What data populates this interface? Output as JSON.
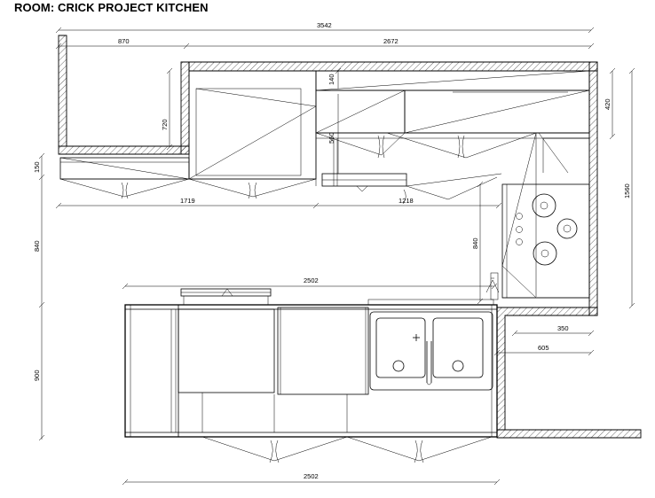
{
  "title": "ROOM: CRICK PROJECT KITCHEN",
  "dimensions": {
    "overall_top": "3542",
    "top_left_segment": "870",
    "top_right_segment": "2672",
    "wall_cabinet_depth": "140",
    "wall_cabinet_height": "720",
    "right_upper": "420",
    "right_total": "1560",
    "left_small": "150",
    "left_middle": "840",
    "left_bottom": "900",
    "run_left": "1719",
    "run_right": "1218",
    "center_vertical": "840",
    "island_top": "2502",
    "island_bottom": "2502",
    "inner_vertical": "560",
    "return_350": "350",
    "return_605": "605"
  }
}
